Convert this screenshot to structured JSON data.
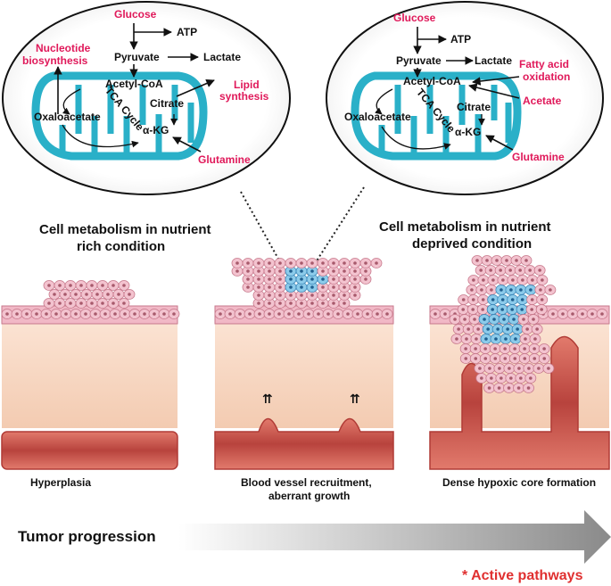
{
  "colors": {
    "highlight": "#e0195a",
    "mitochondria": "#2ab0c8",
    "text": "#111111",
    "active_text": "#e03030",
    "vessel": "#c9504a",
    "tissue": "#f7d6c2",
    "cell": "#f3c3cf",
    "tumor_core": "#7cc4e6"
  },
  "left_panel": {
    "glucose": "Glucose",
    "atp": "ATP",
    "pyruvate": "Pyruvate",
    "lactate": "Lactate",
    "acetyl_coa": "Acetyl-CoA",
    "citrate": "Citrate",
    "oxaloacetate": "Oxaloacetate",
    "akg": "α-KG",
    "tca": "TCA Cycle",
    "glutamine": "Glutamine",
    "nucleotide_1": "Nucleotide",
    "nucleotide_2": "biosynthesis",
    "lipid_1": "Lipid",
    "lipid_2": "synthesis",
    "title_1": "Cell metabolism in nutrient",
    "title_2": "rich condition"
  },
  "right_panel": {
    "glucose": "Glucose",
    "atp": "ATP",
    "pyruvate": "Pyruvate",
    "lactate": "Lactate",
    "acetyl_coa": "Acetyl-CoA",
    "citrate": "Citrate",
    "oxaloacetate": "Oxaloacetate",
    "akg": "α-KG",
    "tca": "TCA Cycle",
    "glutamine": "Glutamine",
    "fatty_1": "Fatty acid",
    "fatty_2": "oxidation",
    "acetate": "Acetate",
    "title_1": "Cell metabolism in nutrient",
    "title_2": "deprived condition"
  },
  "stages": {
    "stage1": "Hyperplasia",
    "stage2_1": "Blood vessel recruitment,",
    "stage2_2": "aberrant growth",
    "stage3": "Dense hypoxic core formation"
  },
  "footer": {
    "progression": "Tumor progression",
    "legend": "* Active pathways"
  }
}
